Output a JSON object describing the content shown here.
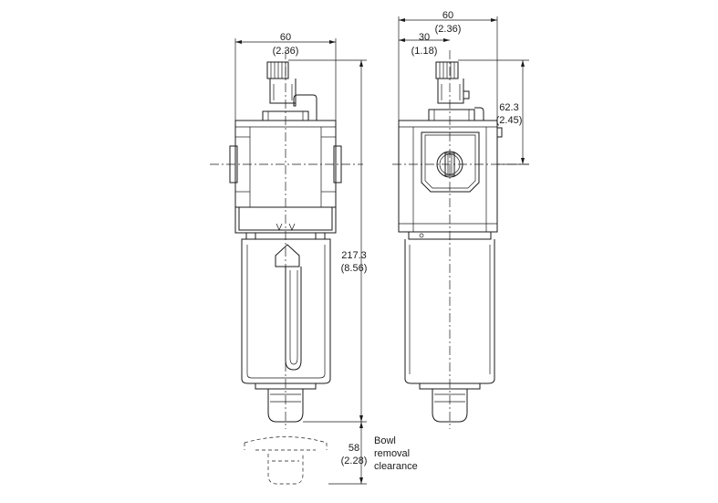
{
  "dimensions": {
    "front_width": {
      "mm": "60",
      "inch": "(2.36)"
    },
    "side_width": {
      "mm": "60",
      "inch": "(2.36)"
    },
    "side_half_width": {
      "mm": "30",
      "inch": "(1.18)"
    },
    "top_to_port": {
      "mm": "62.3",
      "inch": "(2.45)"
    },
    "overall_height": {
      "mm": "217.3",
      "inch": "(8.56)"
    },
    "bowl_removal": {
      "mm": "58",
      "inch": "(2.28)",
      "label_lines": [
        "Bowl",
        "removal",
        "clearance"
      ]
    }
  }
}
